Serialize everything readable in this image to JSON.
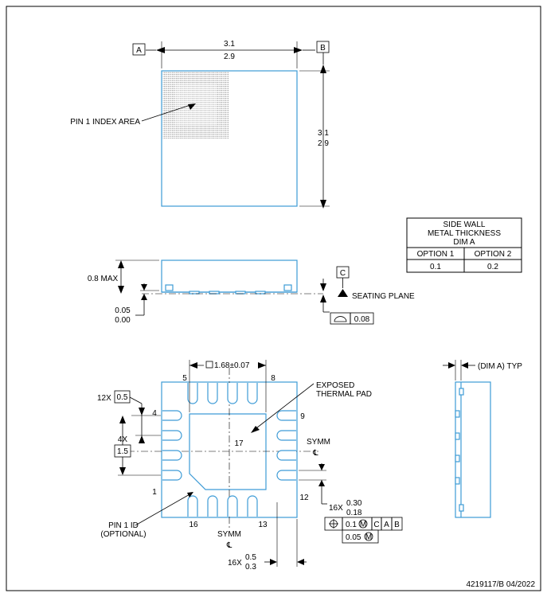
{
  "top_view": {
    "datum_a": "A",
    "datum_b": "B",
    "width_max": "3.1",
    "width_min": "2.9",
    "height_max": "3.1",
    "height_min": "2.9",
    "pin1_index_area": "PIN 1 INDEX AREA"
  },
  "side_view": {
    "height_max": "0.8 MAX",
    "standoff_max": "0.05",
    "standoff_min": "0.00",
    "datum_c": "C",
    "seating_plane": "SEATING PLANE",
    "flatness_value": "0.08"
  },
  "wall_table": {
    "title_line1": "SIDE WALL",
    "title_line2": "METAL THICKNESS",
    "title_line3": "DIM A",
    "headers": [
      "OPTION 1",
      "OPTION 2"
    ],
    "values": [
      "0.1",
      "0.2"
    ]
  },
  "bottom_view": {
    "pad_size": "1.68±0.07",
    "pin_5": "5",
    "pin_8": "8",
    "pin_4": "4",
    "pin_1": "1",
    "pin_9": "9",
    "pin_12": "12",
    "pin_16": "16",
    "pin_13": "13",
    "pad_number": "17",
    "exposed_pad_line1": "EXPOSED",
    "exposed_pad_line2": "THERMAL PAD",
    "pitch_count": "12X",
    "pitch_value": "0.5",
    "span_count": "4X",
    "span_value": "1.5",
    "symm_right": "SYMM",
    "symm_bottom": "SYMM",
    "lead_width_count": "16X",
    "lead_width_max": "0.30",
    "lead_width_min": "0.18",
    "lead_length_count": "16X",
    "lead_length_max": "0.5",
    "lead_length_min": "0.3",
    "pin1_id_line1": "PIN 1 ID",
    "pin1_id_line2": "(OPTIONAL)",
    "tol_pos_1": "0.1",
    "tol_ref_c": "C",
    "tol_ref_a": "A",
    "tol_ref_b": "B",
    "tol_pos_2": "0.05"
  },
  "side_wall_view": {
    "dim_label": "(DIM A) TYP"
  },
  "drawing_number": "4219117/B   04/2022",
  "colors": {
    "package_outline": "#3d9bd6",
    "lines": "#000000"
  }
}
